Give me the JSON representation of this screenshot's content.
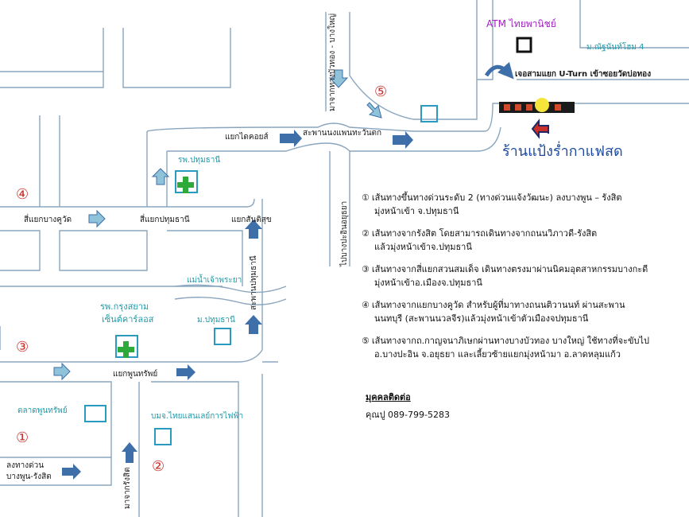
{
  "map": {
    "atm_label": "ATM ไทยพานิชย์",
    "village_label": "ม.ณัฐนันท์โฮม 4",
    "uturn_label": "เจอสามแยก U-Turn เข้าซอยวัดบ่อทอง",
    "shop_name": "ร้านแป้งร่ำกาแฟสด",
    "road_vertical_top": "มาจากทางบัวทอง - บางใหญ่",
    "bridge_label": "สะพานนงแพนทะวันตก",
    "intersection_cross": "แยกไดคอยส์",
    "hospital_pathum": "รพ.ปทุมธานี",
    "intersection_bangkhuwat": "สี่แยกบางคูวัด",
    "intersection_pathum": "สี่แยกปทุมธานี",
    "intersection_sanamchai": "แยกสันติสุข",
    "road_vertical_right": "ไปบางปะอินอยุธยา",
    "river_label": "แม่น้ำเจ้าพระยา",
    "bridge_vertical": "สะพานปทุมธานี",
    "hospital_krung_siam": "รพ.กรุงสยาม",
    "hospital_krung_siam_2": "เซ็นต์คาร์ลอส",
    "university_pathum": "ม.ปทุมธานี",
    "intersection_phunsap": "แยกพูนทรัพย์",
    "market_label": "ตลาดพูนทรัพย์",
    "egat_label": "บมจ.ไทยแสนเลย์การไฟฟ้า",
    "road_down_from_highway": "ลงทางด่วน",
    "road_bangphun": "บางพูน-รังสิต",
    "road_from_rangsit": "มาจากรังสิต",
    "route_numbers": [
      "①",
      "②",
      "③",
      "④",
      "⑤"
    ]
  },
  "directions": [
    {
      "num": "①",
      "line1": "เส้นทางขึ้นทางด่วนระดับ 2 (ทางด่วนแจ้งวัฒนะ) ลงบางพูน – รังสิต",
      "line2": "มุ่งหน้าเข้า จ.ปทุมธานี"
    },
    {
      "num": "②",
      "line1": "เส้นทางจากรังสิต โดยสามารถเดินทางจากถนนวิภาวดี-รังสิต",
      "line2": "แล้วมุ่งหน้าเข้าจ.ปทุมธานี"
    },
    {
      "num": "③",
      "line1": "เส้นทางจากสี่แยกสวนสมเด็จ เดินทางตรงมาผ่านนิคมอุตสาหกรรมบางกะดี",
      "line2": "มุ่งหน้าเข้าอ.เมืองจ.ปทุมธานี"
    },
    {
      "num": "④",
      "line1": "เส้นทางจากแยกบางคูวัด สำหรับผู้ที่มาทางถนนติวานนท์ ผ่านสะพาน",
      "line2": "นนทบุรี (สะพานนวลจีร)แล้วมุ่งหน้าเข้าตัวเมืองจปทุมธานี"
    },
    {
      "num": "⑤",
      "line1": "เส้นทางจากถ.กาญจนาภิเษกผ่านทางบางบัวทอง บางใหญ่ ใช้ทางที่จะขับไป",
      "line2": "อ.บางปะอิน จ.อยุธยา และเลี้ยวซ้ายแยกมุ่งหน้ามา อ.ลาดหลุมแก้ว"
    }
  ],
  "contact": {
    "heading": "มุคคลติดต่อ",
    "line": "คุณปู 089-799-5283"
  },
  "colors": {
    "road": "#8aa6bf",
    "arrow": "#3f6fa8",
    "arrow_light": "#63a7c8",
    "teal": "#1f9aa8",
    "red_number": "#c9302c",
    "atm": "#a020c0",
    "shop": "#1d4aa0",
    "cross": "#2eaa3a"
  }
}
